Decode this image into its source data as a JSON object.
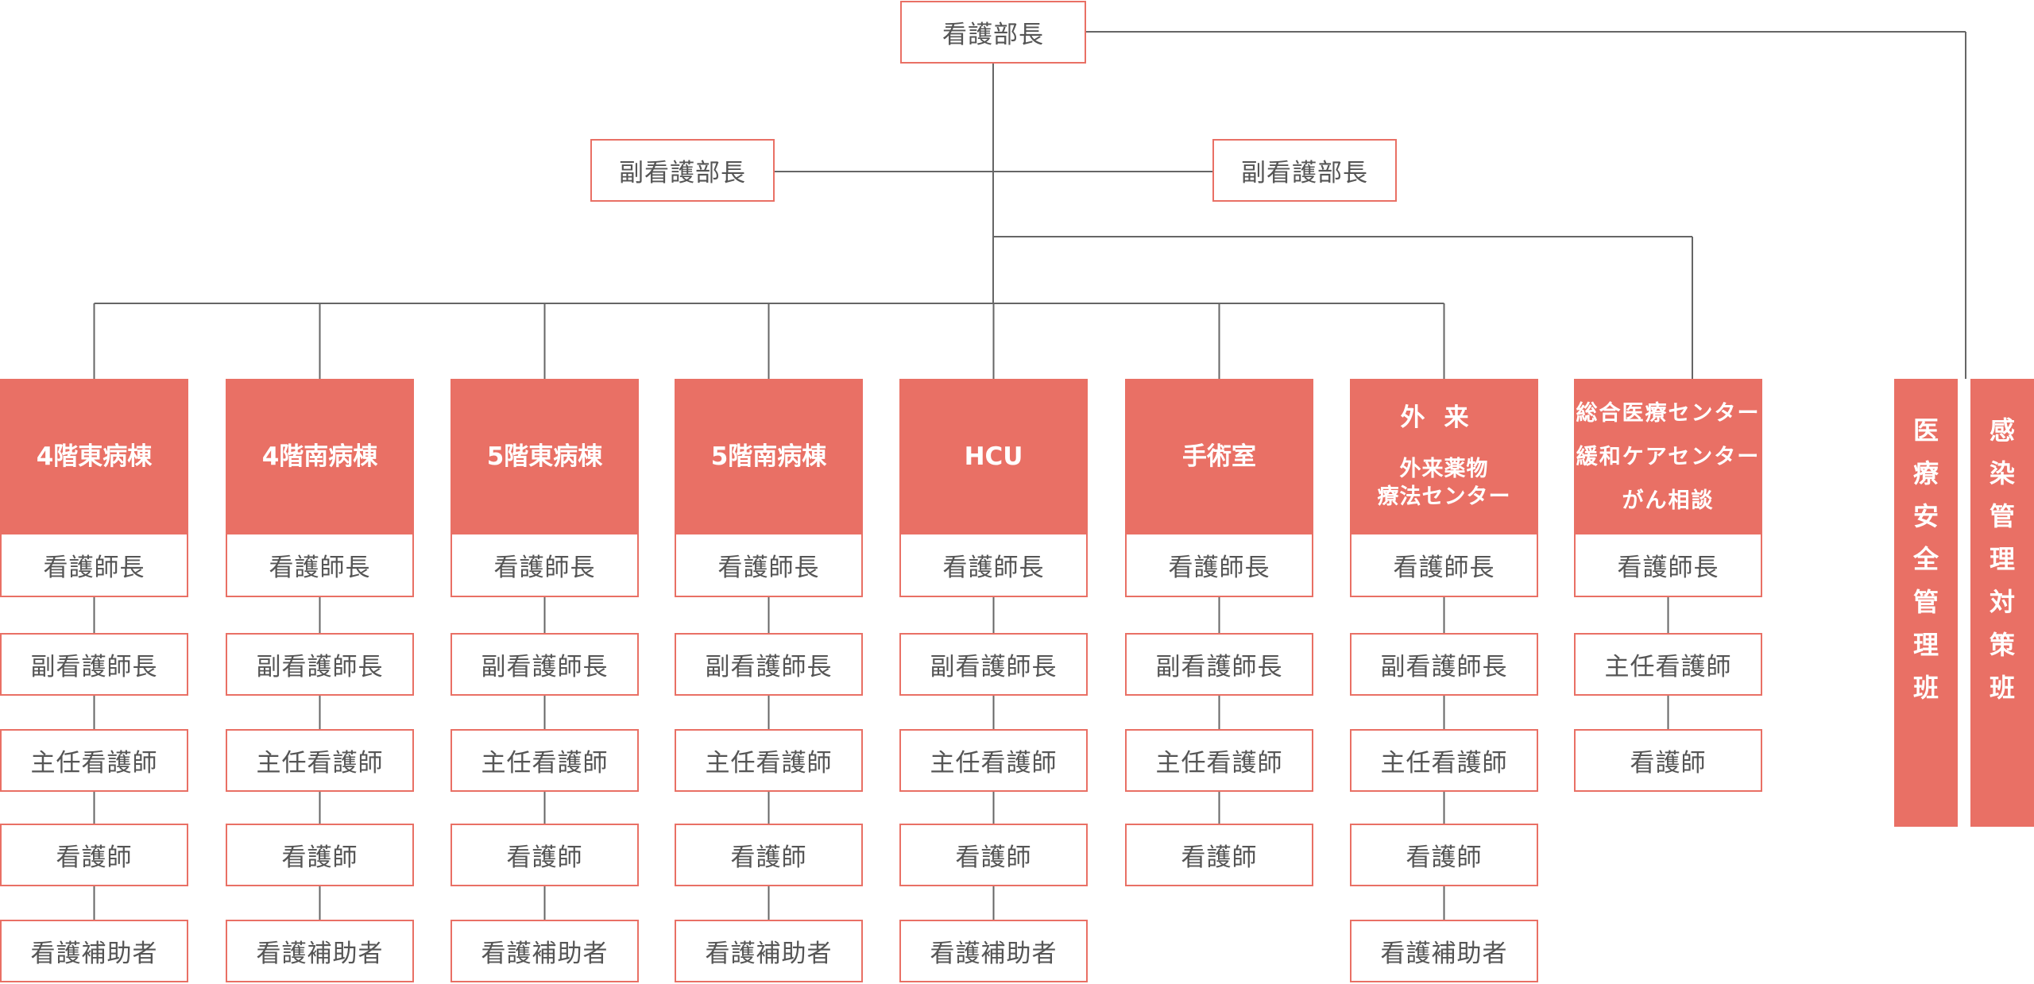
{
  "colors": {
    "accent": "#e97065",
    "line": "#666666",
    "text": "#555555"
  },
  "top": {
    "director": "看護部長",
    "deputy_left": "副看護部長",
    "deputy_right": "副看護部長"
  },
  "departments": [
    {
      "header": [
        "4階東病棟"
      ],
      "roles": [
        "看護師長",
        "副看護師長",
        "主任看護師",
        "看護師",
        "看護補助者"
      ]
    },
    {
      "header": [
        "4階南病棟"
      ],
      "roles": [
        "看護師長",
        "副看護師長",
        "主任看護師",
        "看護師",
        "看護補助者"
      ]
    },
    {
      "header": [
        "5階東病棟"
      ],
      "roles": [
        "看護師長",
        "副看護師長",
        "主任看護師",
        "看護師",
        "看護補助者"
      ]
    },
    {
      "header": [
        "5階南病棟"
      ],
      "roles": [
        "看護師長",
        "副看護師長",
        "主任看護師",
        "看護師",
        "看護補助者"
      ]
    },
    {
      "header": [
        "HCU"
      ],
      "roles": [
        "看護師長",
        "副看護師長",
        "主任看護師",
        "看護師",
        "看護補助者"
      ]
    },
    {
      "header": [
        "手術室"
      ],
      "roles": [
        "看護師長",
        "副看護師長",
        "主任看護師",
        "看護師"
      ]
    },
    {
      "header": [
        "外来",
        "外来薬物",
        "療法センター"
      ],
      "roles": [
        "看護師長",
        "副看護師長",
        "主任看護師",
        "看護師",
        "看護補助者"
      ]
    },
    {
      "header": [
        "総合医療センター",
        "緩和ケアセンター",
        "がん相談"
      ],
      "roles": [
        "看護師長",
        "主任看護師",
        "看護師"
      ]
    }
  ],
  "teams": [
    {
      "label": "医療安全管理班"
    },
    {
      "label": "感染管理対策班"
    }
  ]
}
